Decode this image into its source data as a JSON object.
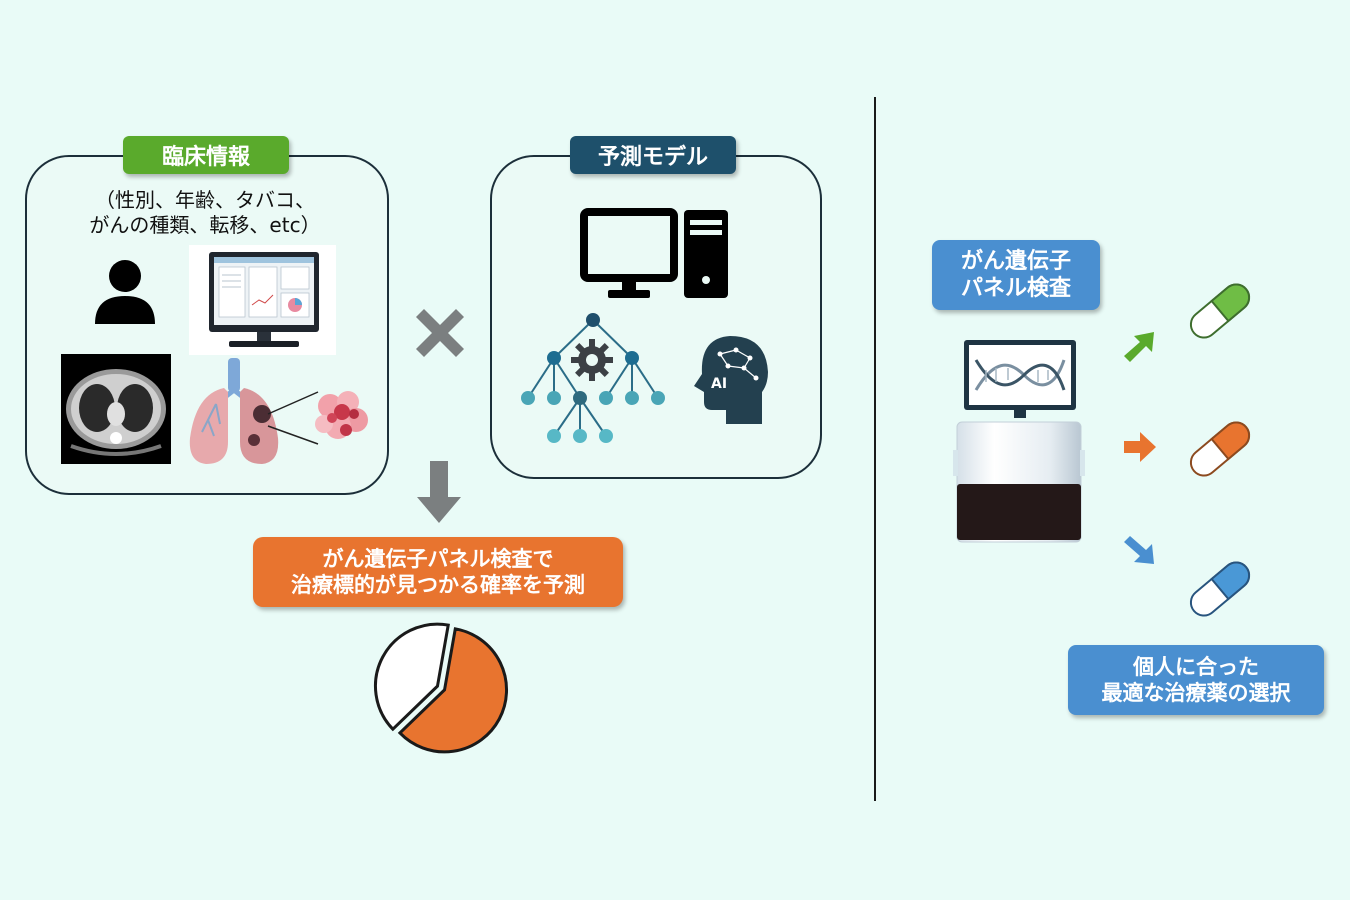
{
  "clinical": {
    "title": "臨床情報",
    "note_line1": "（性別、年齢、タバコ、",
    "note_line2": "がんの種類、転移、etc）"
  },
  "model": {
    "title": "予測モデル",
    "ai_label": "AI"
  },
  "result": {
    "line1": "がん遺伝子パネル検査で",
    "line2": "治療標的が見つかる確率を予測",
    "pie_fraction": 0.6
  },
  "genepanel": {
    "line1": "がん遺伝子",
    "line2": "パネル検査"
  },
  "personalized": {
    "line1": "個人に合った",
    "line2": "最適な治療薬の選択"
  },
  "colors": {
    "green": "#5aaa2c",
    "navy": "#1e506b",
    "orange": "#e8742f",
    "blue": "#4a8fd0",
    "background": "#e9fbf7"
  },
  "icons": [
    "person-icon",
    "ehr-monitor-icon",
    "ct-scan-icon",
    "lungs-icon",
    "tumor-cells-icon",
    "multiply-icon",
    "computer-icon",
    "decision-tree-icon",
    "gear-icon",
    "ai-head-icon",
    "arrow-down-icon",
    "dna-monitor-icon",
    "sequencer-icon",
    "capsule-green-icon",
    "capsule-orange-icon",
    "capsule-blue-icon"
  ]
}
